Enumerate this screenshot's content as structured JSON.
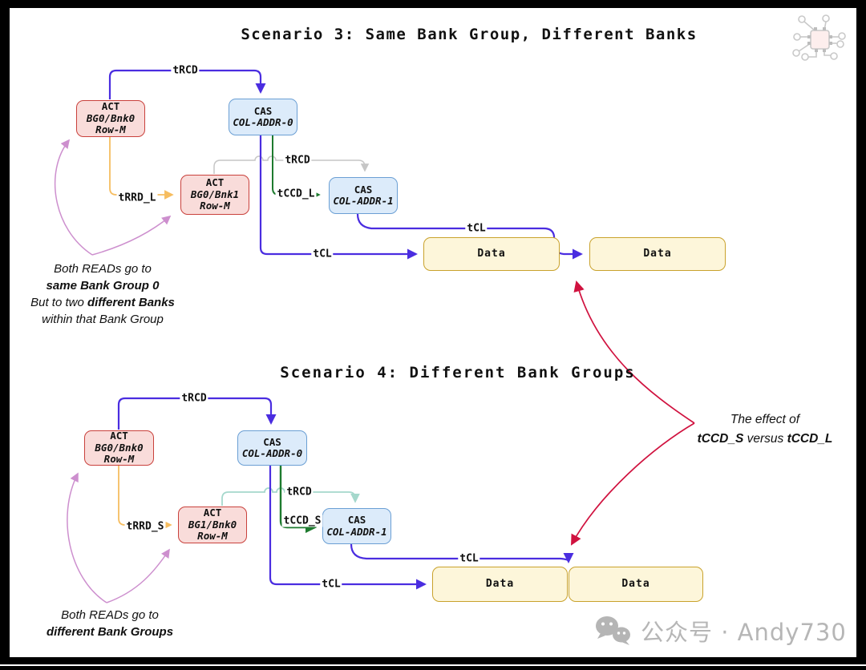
{
  "icons": {
    "top_right": "chip-network-icon",
    "watermark": "wechat-icon"
  },
  "colors": {
    "arrow_blue": "#4a2de0",
    "arrow_yellow": "#f6bd60",
    "arrow_gray": "#c6c6c6",
    "arrow_teal": "#a5d8cc",
    "arrow_green": "#1e7b2f",
    "arrow_red": "#d0123f",
    "arrow_pink": "#cd8fce",
    "act_fill": "#f9dcda",
    "act_border": "#c9413c",
    "cas_fill": "#dcebfa",
    "cas_border": "#6b9fd4",
    "data_fill": "#fdf6da",
    "data_border": "#c9a22c"
  },
  "scenario3": {
    "title": "Scenario 3: Same Bank Group, Different Banks",
    "boxes": {
      "act1": {
        "title": "ACT",
        "addr": "BG0/Bnk0",
        "row": "Row-M"
      },
      "cas1": {
        "title": "CAS",
        "addr": "COL-ADDR-0"
      },
      "act2": {
        "title": "ACT",
        "addr": "BG0/Bnk1",
        "row": "Row-M"
      },
      "cas2": {
        "title": "CAS",
        "addr": "COL-ADDR-1"
      },
      "data1": {
        "title": "Data"
      },
      "data2": {
        "title": "Data"
      }
    },
    "labels": {
      "trcd_top": "tRCD",
      "trrd": "tRRD_L",
      "trcd_mid": "tRCD",
      "tccd": "tCCD_L",
      "tcl_left": "tCL",
      "tcl_right": "tCL"
    },
    "annotation": {
      "line1": "Both READs go to",
      "line2": "same Bank Group 0",
      "line3_pre": "But to two",
      "line3_bold": "different Banks",
      "line4": "within that Bank Group"
    }
  },
  "scenario4": {
    "title": "Scenario 4: Different Bank Groups",
    "boxes": {
      "act1": {
        "title": "ACT",
        "addr": "BG0/Bnk0",
        "row": "Row-M"
      },
      "cas1": {
        "title": "CAS",
        "addr": "COL-ADDR-0"
      },
      "act2": {
        "title": "ACT",
        "addr": "BG1/Bnk0",
        "row": "Row-M"
      },
      "cas2": {
        "title": "CAS",
        "addr": "COL-ADDR-1"
      },
      "data1": {
        "title": "Data"
      },
      "data2": {
        "title": "Data"
      }
    },
    "labels": {
      "trcd_top": "tRCD",
      "trrd": "tRRD_S",
      "trcd_mid": "tRCD",
      "tccd": "tCCD_S",
      "tcl_left": "tCL",
      "tcl_right": "tCL"
    },
    "annotation": {
      "line1": "Both READs go to",
      "line2": "different Bank Groups"
    }
  },
  "effect_note": {
    "line1": "The effect of",
    "bold1": "tCCD_S",
    "mid": "versus",
    "bold2": "tCCD_L"
  },
  "watermark": {
    "text": "公众号 · Andy730"
  }
}
